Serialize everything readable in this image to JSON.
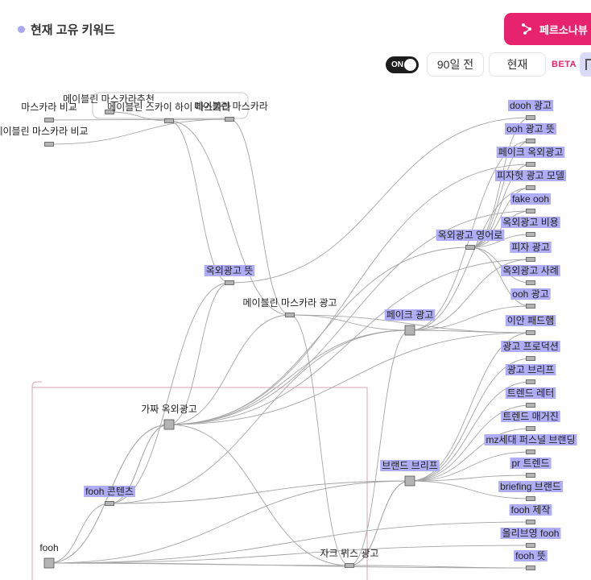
{
  "header": {
    "title": "현재 고유 키워드"
  },
  "toolbar": {
    "persona_label": "페르소나뷰",
    "toggle_label": "ON",
    "period_past_label": "90일 전",
    "period_now_label": "현재",
    "beta_label": "BETA"
  },
  "colors": {
    "accent": "#e8236d",
    "label_bg": "#aeadf5",
    "node_fill": "#b4b4b4",
    "edge": "#a5a5a5",
    "group_border": "#d8a3b0"
  },
  "nodes": [
    {
      "id": "n1",
      "label": "마스카라 비교",
      "hl": false
    },
    {
      "id": "n2",
      "label": "메이블린 마스카라추천",
      "hl": false
    },
    {
      "id": "n3",
      "label": "메이블린 스카이 하이 마스카라",
      "hl": false
    },
    {
      "id": "n4",
      "label": "메이블린 마스카라",
      "hl": false
    },
    {
      "id": "n5",
      "label": "메이블린 마스카라 비교",
      "hl": false
    },
    {
      "id": "n6",
      "label": "옥외광고 뜻",
      "hl": true
    },
    {
      "id": "n7",
      "label": "메이블린 마스카라 광고",
      "hl": false
    },
    {
      "id": "n8",
      "label": "옥외광고 영어로",
      "hl": true
    },
    {
      "id": "n9",
      "label": "페이크 광고",
      "hl": true
    },
    {
      "id": "n10",
      "label": "가짜 옥외광고",
      "hl": false
    },
    {
      "id": "n11",
      "label": "fooh 콘텐츠",
      "hl": true
    },
    {
      "id": "n12",
      "label": "브랜드 브리프",
      "hl": true
    },
    {
      "id": "n13",
      "label": "fooh",
      "hl": false
    },
    {
      "id": "n14",
      "label": "자크 뮈스 광고",
      "hl": false
    },
    {
      "id": "r1",
      "label": "dooh 광고",
      "hl": true
    },
    {
      "id": "r2",
      "label": "ooh 광고 뜻",
      "hl": true
    },
    {
      "id": "r3",
      "label": "페이크 옥외광고",
      "hl": true
    },
    {
      "id": "r4",
      "label": "피자헛 광고 모델",
      "hl": true
    },
    {
      "id": "r5",
      "label": "fake ooh",
      "hl": true
    },
    {
      "id": "r6",
      "label": "옥외광고 비용",
      "hl": true
    },
    {
      "id": "r7",
      "label": "피자 광고",
      "hl": true
    },
    {
      "id": "r8",
      "label": "옥외광고 사례",
      "hl": true
    },
    {
      "id": "r9",
      "label": "ooh 광고",
      "hl": true
    },
    {
      "id": "r10",
      "label": "이안 패드햄",
      "hl": true
    },
    {
      "id": "r11",
      "label": "광고 프로덕션",
      "hl": true
    },
    {
      "id": "r12",
      "label": "광고 브리프",
      "hl": true
    },
    {
      "id": "r13",
      "label": "트렌드 레터",
      "hl": true
    },
    {
      "id": "r14",
      "label": "트렌드 매거진",
      "hl": true
    },
    {
      "id": "r15",
      "label": "mz세대 퍼스널 브랜딩",
      "hl": true
    },
    {
      "id": "r16",
      "label": "pr 트렌드",
      "hl": true
    },
    {
      "id": "r17",
      "label": "briefing 브랜드",
      "hl": true
    },
    {
      "id": "r18",
      "label": "fooh 제작",
      "hl": true
    },
    {
      "id": "r19",
      "label": "올리브영 fooh",
      "hl": true
    },
    {
      "id": "r20",
      "label": "fooh 뜻",
      "hl": true
    }
  ],
  "edges": [
    [
      "n1",
      "n4"
    ],
    [
      "n5",
      "n4"
    ],
    [
      "n2",
      "n3"
    ],
    [
      "n4",
      "n7"
    ],
    [
      "n3",
      "n7"
    ],
    [
      "n3",
      "n6"
    ],
    [
      "n7",
      "n9"
    ],
    [
      "n7",
      "n10"
    ],
    [
      "n7",
      "r10"
    ],
    [
      "n7",
      "n14"
    ],
    [
      "n6",
      "r1"
    ],
    [
      "n6",
      "n10"
    ],
    [
      "n6",
      "n11"
    ],
    [
      "n10",
      "n8"
    ],
    [
      "n10",
      "n9"
    ],
    [
      "n10",
      "r3"
    ],
    [
      "n10",
      "r5"
    ],
    [
      "n10",
      "r10"
    ],
    [
      "n10",
      "r7"
    ],
    [
      "n10",
      "n14"
    ],
    [
      "n10",
      "n11"
    ],
    [
      "n10",
      "n13"
    ],
    [
      "n8",
      "r1"
    ],
    [
      "n8",
      "r2"
    ],
    [
      "n8",
      "r3"
    ],
    [
      "n8",
      "r4"
    ],
    [
      "n8",
      "r5"
    ],
    [
      "n8",
      "r6"
    ],
    [
      "n8",
      "r8"
    ],
    [
      "n8",
      "r9"
    ],
    [
      "n9",
      "r2"
    ],
    [
      "n9",
      "r4"
    ],
    [
      "n9",
      "r7"
    ],
    [
      "n9",
      "r9"
    ],
    [
      "n9",
      "r10"
    ],
    [
      "n9",
      "n14"
    ],
    [
      "n11",
      "n9"
    ],
    [
      "n11",
      "n12"
    ],
    [
      "n11",
      "n10"
    ],
    [
      "n13",
      "n11"
    ],
    [
      "n13",
      "n10"
    ],
    [
      "n13",
      "r18"
    ],
    [
      "n13",
      "r19"
    ],
    [
      "n13",
      "r20"
    ],
    [
      "n13",
      "n14"
    ],
    [
      "n13",
      "n12"
    ],
    [
      "n12",
      "r11"
    ],
    [
      "n12",
      "r12"
    ],
    [
      "n12",
      "r13"
    ],
    [
      "n12",
      "r14"
    ],
    [
      "n12",
      "r15"
    ],
    [
      "n12",
      "r16"
    ],
    [
      "n12",
      "r17"
    ],
    [
      "n12",
      "n14"
    ],
    [
      "n12",
      "r10"
    ],
    [
      "n14",
      "n12"
    ],
    [
      "n14",
      "r20"
    ]
  ]
}
